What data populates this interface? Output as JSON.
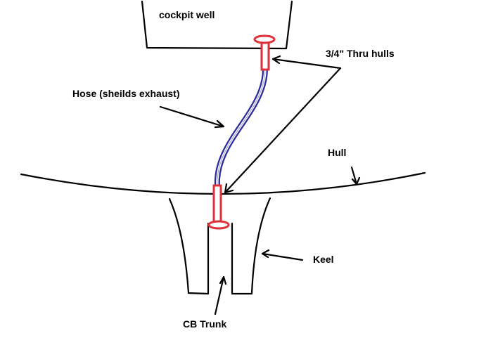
{
  "labels": {
    "cockpit_well": "cockpit well",
    "thru_hulls": "3/4\" Thru hulls",
    "hose": "Hose (sheilds exhaust)",
    "hull": "Hull",
    "keel": "Keel",
    "cb_trunk": "CB Trunk"
  },
  "colors": {
    "outline": "#000000",
    "thru_hull": "#e0303a",
    "hose_outer": "#2a2a9a",
    "hose_inner": "#7a7ad8",
    "background": "#ffffff"
  }
}
